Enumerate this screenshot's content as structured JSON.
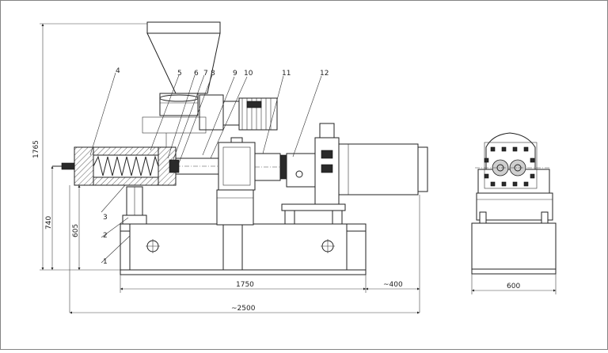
{
  "dimensions": {
    "overall_height": "1765",
    "height_740": "740",
    "height_605": "605",
    "length_1750": "1750",
    "length_400": "~400",
    "length_2500": "~2500",
    "width_600": "600"
  },
  "callouts": [
    "1",
    "2",
    "3",
    "4",
    "5",
    "6",
    "7",
    "8",
    "9",
    "10",
    "11",
    "12"
  ]
}
